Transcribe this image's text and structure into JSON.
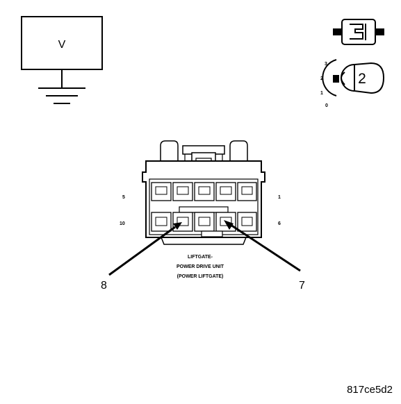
{
  "meter": {
    "symbol": "V"
  },
  "switch_positions": [
    "3",
    "2",
    "1",
    "0"
  ],
  "ignition_position": "2",
  "connector": {
    "pin_top_left": "5",
    "pin_top_right": "1",
    "pin_bottom_left": "10",
    "pin_bottom_right": "6",
    "label_lines": [
      "LIFTGATE-",
      "POWER DRIVE UNIT",
      "(POWER LIFTGATE)"
    ]
  },
  "callouts": {
    "left": "8",
    "right": "7"
  },
  "figure_code": "817ce5d2"
}
